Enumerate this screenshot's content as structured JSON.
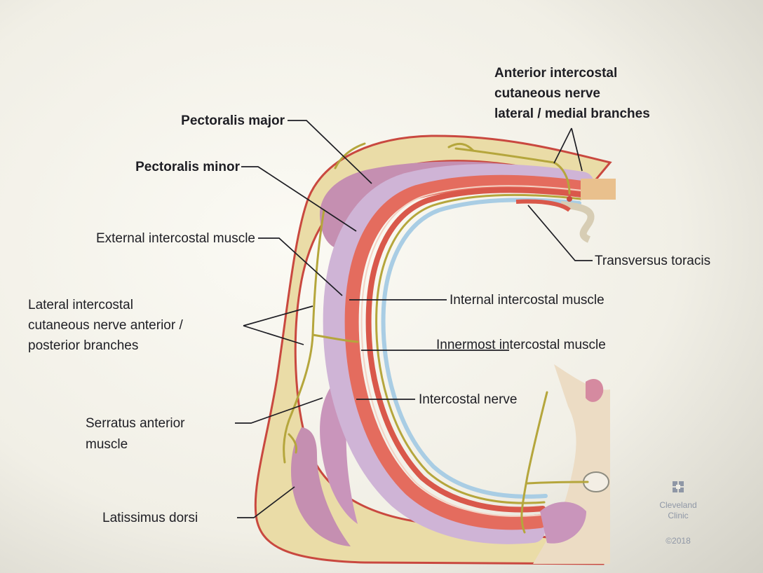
{
  "labels": {
    "anterior_intercostal_cutaneous_nerve": [
      "Anterior intercostal",
      "cutaneous nerve",
      "lateral / medial branches"
    ],
    "pectoralis_major": "Pectoralis major",
    "pectoralis_minor": "Pectoralis minor",
    "external_intercostal_muscle": "External intercostal muscle",
    "transversus_toracis": "Transversus toracis",
    "lateral_intercostal_cutaneous_nerve": [
      "Lateral intercostal",
      "cutaneous nerve anterior /",
      "posterior branches"
    ],
    "internal_intercostal_muscle": "Internal intercostal muscle",
    "innermost_intercostal_muscle": "Innermost intercostal muscle",
    "intercostal_nerve": "Intercostal nerve",
    "serratus_anterior_muscle": [
      "Serratus anterior",
      "muscle"
    ],
    "latissimus_dorsi": "Latissimus dorsi"
  },
  "logo": {
    "name": [
      "Cleveland",
      "Clinic"
    ],
    "year": "©2018"
  },
  "colors": {
    "fat": "#eadca7",
    "skin_edge": "#c9483f",
    "muscle_purple": "#c58fb1",
    "muscle_lavender": "#cfb4d6",
    "muscle_red": "#e46c5e",
    "pleura_blue": "#a9cde4",
    "nerve": "#b5a63c",
    "bone": "#e9c08d"
  }
}
